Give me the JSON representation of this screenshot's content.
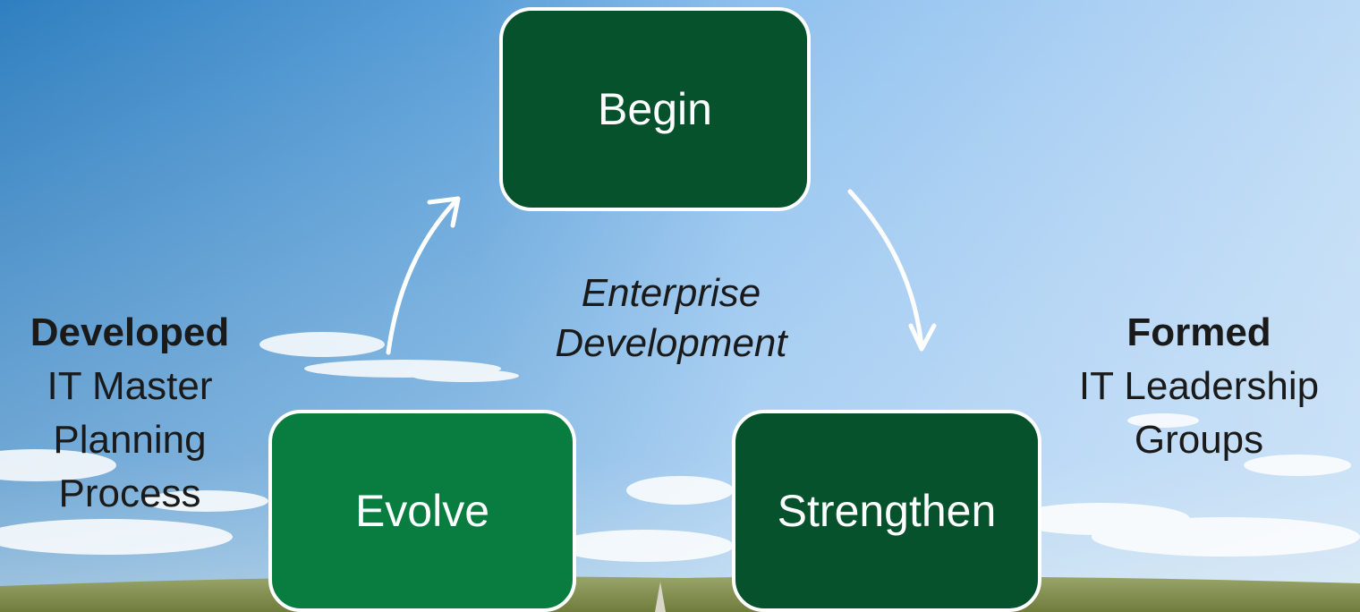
{
  "colors": {
    "box_dark": "#05522c",
    "box_medium": "#087d3f",
    "arrow": "#ffffff",
    "text": "#1a1a1a"
  },
  "nodes": {
    "begin": {
      "label": "Begin"
    },
    "strengthen": {
      "label": "Strengthen"
    },
    "evolve": {
      "label": "Evolve"
    }
  },
  "center": {
    "line1": "Enterprise",
    "line2": "Development"
  },
  "left_annotation": {
    "heading": "Developed",
    "line1": "IT Master",
    "line2": "Planning",
    "line3": "Process"
  },
  "right_annotation": {
    "heading": "Formed",
    "line1": "IT Leadership",
    "line2": "Groups"
  }
}
